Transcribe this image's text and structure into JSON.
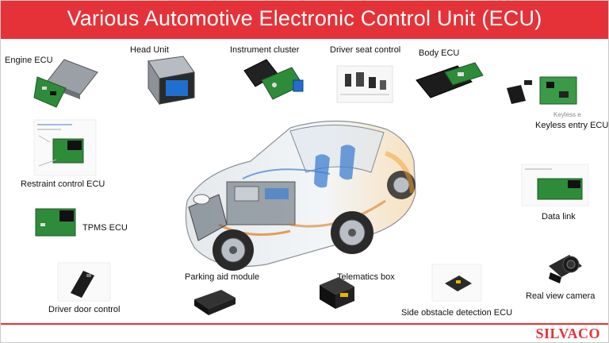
{
  "title": "Various Automotive Electronic Control Unit (ECU)",
  "labels": {
    "engine": "Engine ECU",
    "head_unit": "Head Unit",
    "instrument": "Instrument cluster",
    "driver_seat": "Driver seat control",
    "body": "Body ECU",
    "keyless": "Keyless entry ECU",
    "keyless_tag": "Keyless e",
    "restraint": "Restraint control ECU",
    "tpms": "TPMS ECU",
    "data_link": "Data link",
    "parking": "Parking aid module",
    "telematics": "Telematics box",
    "driver_door": "Driver door control",
    "side_obstacle": "Side obstacle detection ECU",
    "rear_view": "Real view camera"
  },
  "brand": "SILVACO",
  "colors": {
    "accent": "#e53238",
    "pcb_green": "#2e8b3a",
    "blue": "#3f7fd0"
  }
}
